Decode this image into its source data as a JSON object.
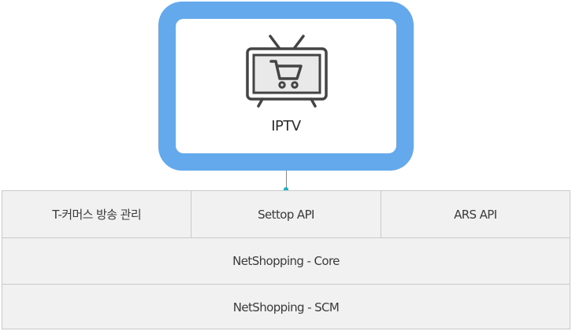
{
  "iptv": {
    "label": "IPTV",
    "icon": "tv-shopping-cart-icon"
  },
  "colors": {
    "card_border": "#63a9eb",
    "connector": "#1eb2c4",
    "layer_bg": "#f1f1f1",
    "layer_border": "#c9c9c9",
    "icon_stroke": "#444444"
  },
  "layers": {
    "top": [
      "T-커머스 방송 관리",
      "Settop API",
      "ARS API"
    ],
    "middle": "NetShopping - Core",
    "bottom": "NetShopping - SCM"
  }
}
